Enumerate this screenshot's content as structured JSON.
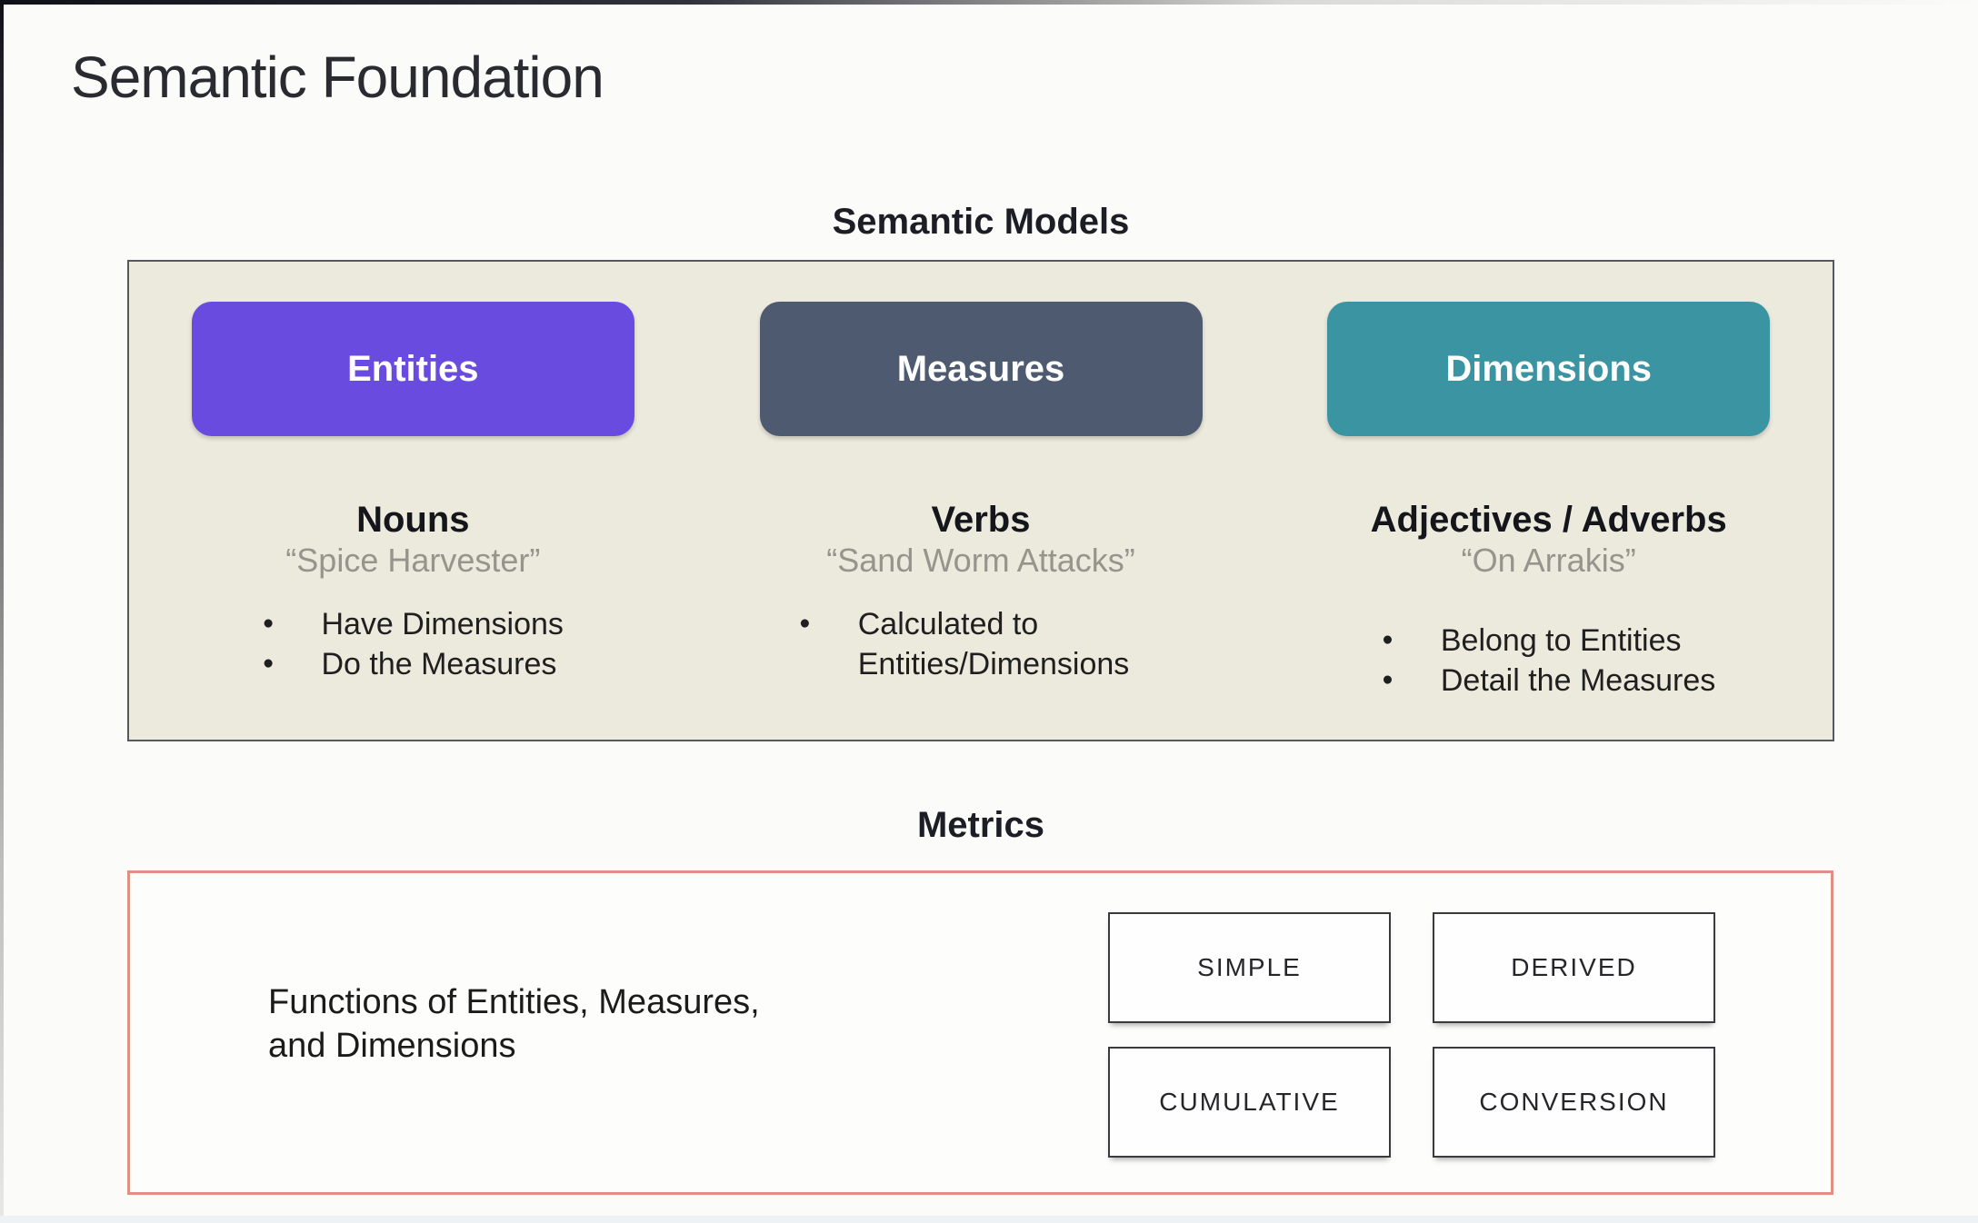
{
  "page": {
    "title": "Semantic Foundation"
  },
  "semantic_models": {
    "heading": "Semantic Models",
    "panel_color": "#eceadd",
    "columns": [
      {
        "pill_label": "Entities",
        "pill_color": "#6a4be0",
        "heading": "Nouns",
        "quote": "“Spice Harvester”",
        "bullets": [
          "Have Dimensions",
          "Do the Measures"
        ]
      },
      {
        "pill_label": "Measures",
        "pill_color": "#4d5a70",
        "heading": "Verbs",
        "quote": "“Sand Worm Attacks”",
        "bullets": [
          "Calculated to Entities/Dimensions"
        ]
      },
      {
        "pill_label": "Dimensions",
        "pill_color": "#3b94a1",
        "heading": "Adjectives / Adverbs",
        "quote": "“On Arrakis”",
        "bullets": [
          "Belong to Entities",
          "Detail the Measures"
        ]
      }
    ]
  },
  "metrics": {
    "heading": "Metrics",
    "border_color": "#dd9183",
    "description": "Functions of Entities, Measures,\nand Dimensions",
    "types": [
      "SIMPLE",
      "DERIVED",
      "CUMULATIVE",
      "CONVERSION"
    ]
  }
}
